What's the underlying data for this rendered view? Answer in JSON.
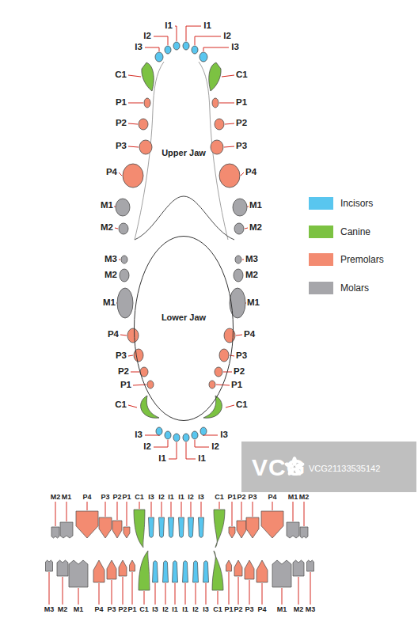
{
  "diagram": {
    "nodes": [
      {
        "text": [
          "Lower Jaw"
        ]
      }
    ],
    "labels": [
      "I1",
      "I2",
      "I3",
      "C1",
      "P1",
      "P2",
      "P3",
      "P4",
      "M1",
      "M2",
      "I1",
      "I2",
      "I3",
      "C1",
      "P1",
      "P2",
      "P3",
      "P4",
      "M1",
      "M2",
      "M3",
      "M2",
      "M1",
      "P4",
      "P3",
      "P2",
      "P1",
      "C1",
      "I3",
      "I2",
      "I1",
      "M3",
      "M2",
      "M1",
      "P4",
      "P3",
      "P2",
      "P1",
      "C1",
      "I3",
      "I2",
      "I1",
      "Upper Jaw",
      "M2",
      "M1",
      "P4",
      "P3",
      "P2",
      "P1",
      "C1",
      "I3",
      "I2",
      "I1",
      "I1",
      "I2",
      "I3",
      "C1",
      "P1",
      "P2",
      "P3",
      "P4",
      "M1",
      "M2",
      "M3",
      "M2",
      "M1",
      "P4",
      "P3",
      "P2",
      "P1",
      "C1",
      "I3",
      "I2",
      "I1",
      "I1",
      "I2",
      "I3",
      "C1",
      "P1",
      "P2",
      "P3",
      "P4",
      "M1",
      "M2",
      "M3",
      "VCG",
      "VCG21133535142"
    ],
    "legend": [
      {
        "text": "Incisors",
        "color": "#59c6ef"
      },
      {
        "text": "Canine",
        "color": "#7cc242"
      },
      {
        "text": "Premolars",
        "color": "#f38b71"
      },
      {
        "text": "Molars",
        "color": "#a6a6aa"
      }
    ]
  }
}
